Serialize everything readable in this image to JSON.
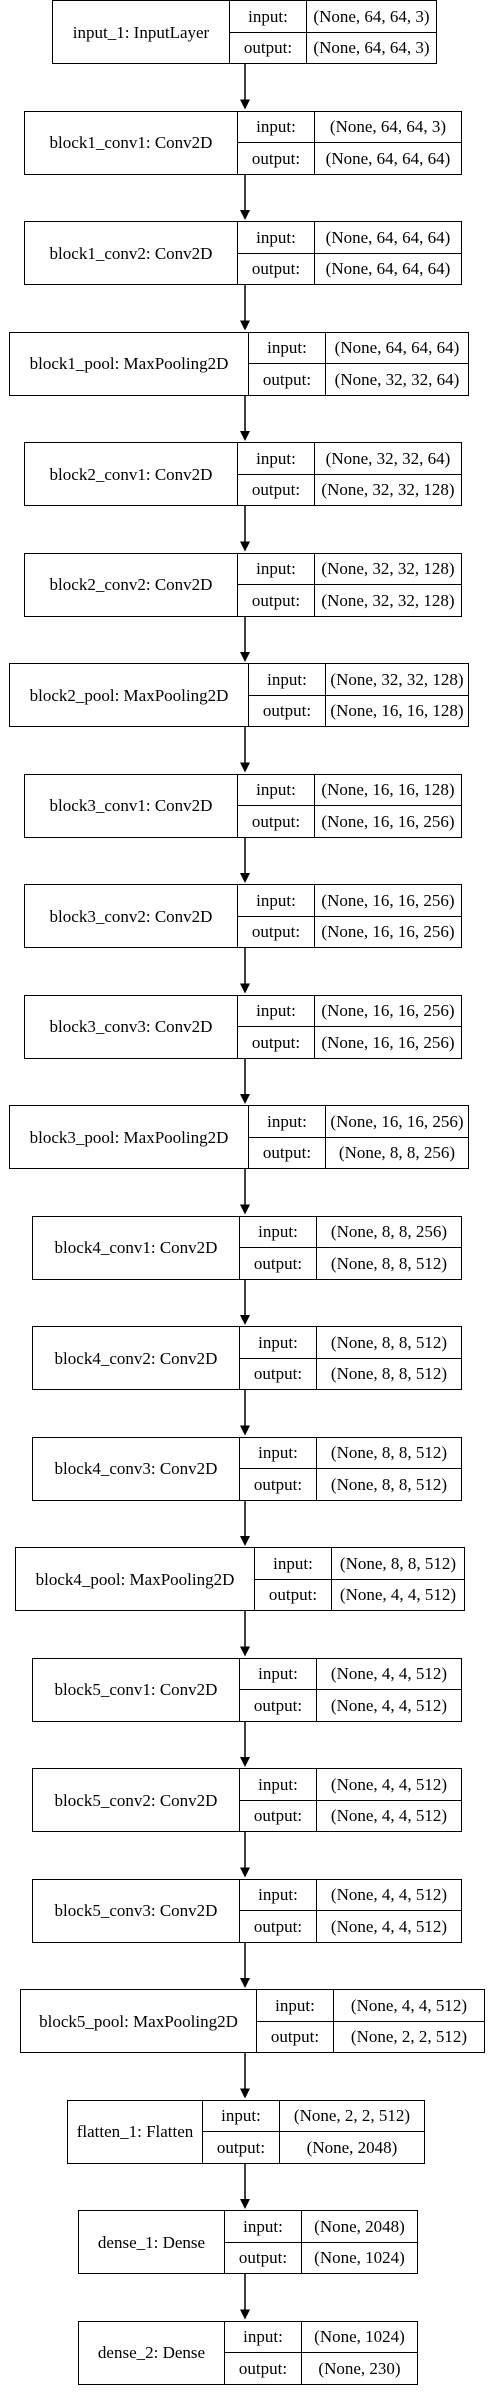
{
  "colors": {
    "line": "#000000",
    "background": "#ffffff"
  },
  "io_labels": {
    "input": "input:",
    "output": "output:"
  },
  "layers": [
    {
      "name": "input_1: InputLayer",
      "input": "(None, 64, 64, 3)",
      "output": "(None, 64, 64, 3)"
    },
    {
      "name": "block1_conv1: Conv2D",
      "input": "(None, 64, 64, 3)",
      "output": "(None, 64, 64, 64)"
    },
    {
      "name": "block1_conv2: Conv2D",
      "input": "(None, 64, 64, 64)",
      "output": "(None, 64, 64, 64)"
    },
    {
      "name": "block1_pool: MaxPooling2D",
      "input": "(None, 64, 64, 64)",
      "output": "(None, 32, 32, 64)"
    },
    {
      "name": "block2_conv1: Conv2D",
      "input": "(None, 32, 32, 64)",
      "output": "(None, 32, 32, 128)"
    },
    {
      "name": "block2_conv2: Conv2D",
      "input": "(None, 32, 32, 128)",
      "output": "(None, 32, 32, 128)"
    },
    {
      "name": "block2_pool: MaxPooling2D",
      "input": "(None, 32, 32, 128)",
      "output": "(None, 16, 16, 128)"
    },
    {
      "name": "block3_conv1: Conv2D",
      "input": "(None, 16, 16, 128)",
      "output": "(None, 16, 16, 256)"
    },
    {
      "name": "block3_conv2: Conv2D",
      "input": "(None, 16, 16, 256)",
      "output": "(None, 16, 16, 256)"
    },
    {
      "name": "block3_conv3: Conv2D",
      "input": "(None, 16, 16, 256)",
      "output": "(None, 16, 16, 256)"
    },
    {
      "name": "block3_pool: MaxPooling2D",
      "input": "(None, 16, 16, 256)",
      "output": "(None, 8, 8, 256)"
    },
    {
      "name": "block4_conv1: Conv2D",
      "input": "(None, 8, 8, 256)",
      "output": "(None, 8, 8, 512)"
    },
    {
      "name": "block4_conv2: Conv2D",
      "input": "(None, 8, 8, 512)",
      "output": "(None, 8, 8, 512)"
    },
    {
      "name": "block4_conv3: Conv2D",
      "input": "(None, 8, 8, 512)",
      "output": "(None, 8, 8, 512)"
    },
    {
      "name": "block4_pool: MaxPooling2D",
      "input": "(None, 8, 8, 512)",
      "output": "(None, 4, 4, 512)"
    },
    {
      "name": "block5_conv1: Conv2D",
      "input": "(None, 4, 4, 512)",
      "output": "(None, 4, 4, 512)"
    },
    {
      "name": "block5_conv2: Conv2D",
      "input": "(None, 4, 4, 512)",
      "output": "(None, 4, 4, 512)"
    },
    {
      "name": "block5_conv3: Conv2D",
      "input": "(None, 4, 4, 512)",
      "output": "(None, 4, 4, 512)"
    },
    {
      "name": "block5_pool: MaxPooling2D",
      "input": "(None, 4, 4, 512)",
      "output": "(None, 2, 2, 512)"
    },
    {
      "name": "flatten_1: Flatten",
      "input": "(None, 2, 2, 512)",
      "output": "(None, 2048)"
    },
    {
      "name": "dense_1: Dense",
      "input": "(None, 2048)",
      "output": "(None, 1024)"
    },
    {
      "name": "dense_2: Dense",
      "input": "(None, 1024)",
      "output": "(None, 230)"
    }
  ]
}
